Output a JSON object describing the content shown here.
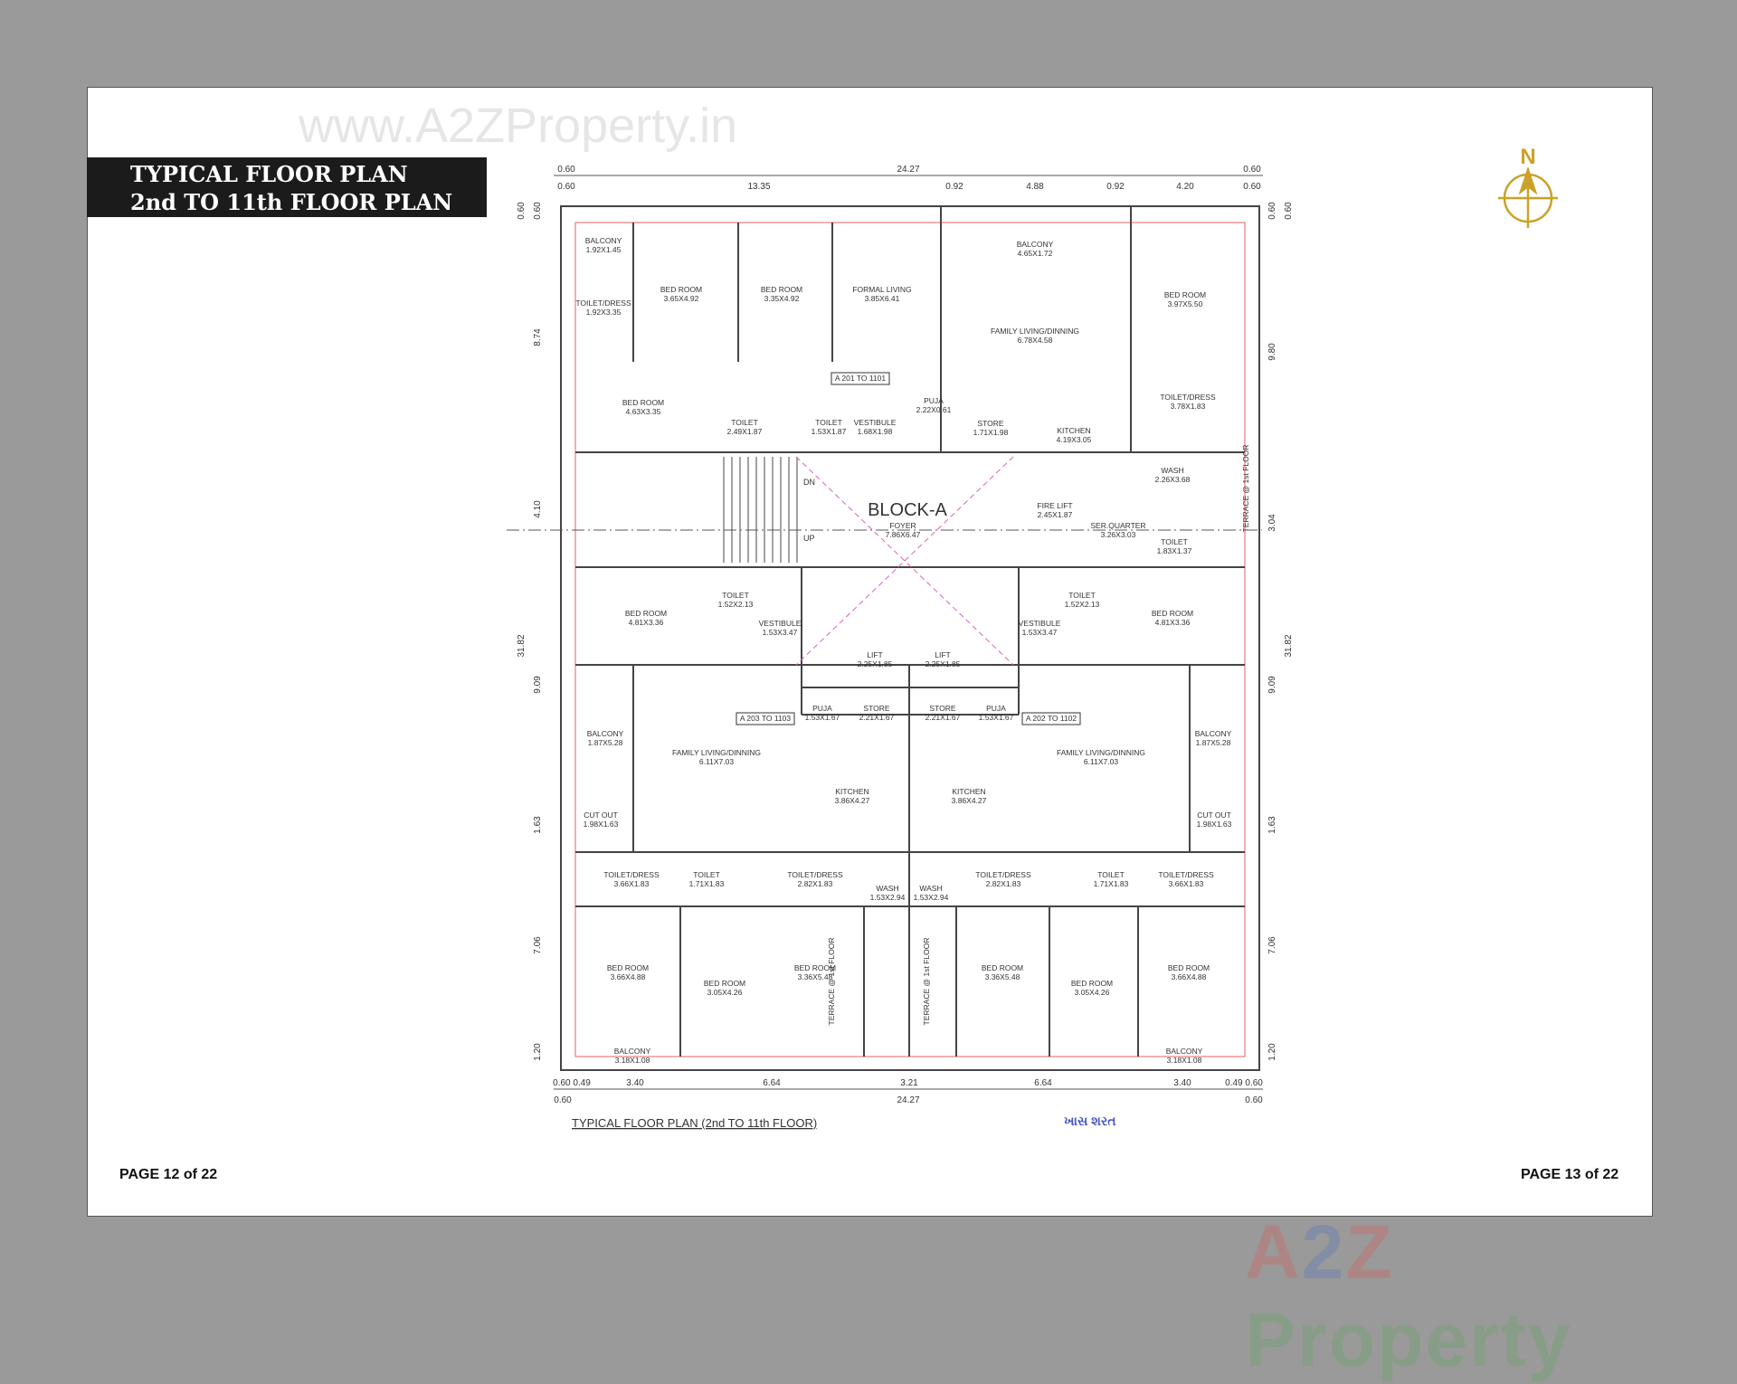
{
  "watermark": "www.A2ZProperty.in",
  "title": {
    "line1": "TYPICAL FLOOR PLAN",
    "line2": "2nd TO 11th FLOOR PLAN"
  },
  "page_left": "PAGE 12 of 22",
  "page_right": "PAGE 13 of 22",
  "logo": {
    "a": "A",
    "two": "2",
    "z": "Z",
    "rest": " Property",
    "colors": [
      "#e05050",
      "#4a6fc7",
      "#e0b020",
      "#58a858"
    ]
  },
  "compass": {
    "label": "N",
    "color": "#c9a227"
  },
  "plan": {
    "block_name": "BLOCK-A",
    "caption": "TYPICAL FLOOR PLAN (2nd TO 11th FLOOR)",
    "stamp_text": "ખાસ શરત",
    "wall_color": "#444444",
    "accent_red": "#e06060",
    "dash_magenta": "#e060c0",
    "unit_tags": [
      "A 201 TO 1101",
      "A 203 TO 1103",
      "A 202 TO 1102"
    ],
    "stairs": {
      "dn": "DN",
      "up": "UP"
    },
    "rooms": [
      {
        "name": "BALCONY",
        "size": "1.92X1.45"
      },
      {
        "name": "TOILET/DRESS",
        "size": "1.92X3.35"
      },
      {
        "name": "BED ROOM",
        "size": "3.65X4.92"
      },
      {
        "name": "BED ROOM",
        "size": "3.35X4.92"
      },
      {
        "name": "FORMAL LIVING",
        "size": "3.85X6.41"
      },
      {
        "name": "BALCONY",
        "size": "4.65X1.72"
      },
      {
        "name": "FAMILY LIVING/DINNING",
        "size": "6.78X4.58"
      },
      {
        "name": "BED ROOM",
        "size": "3.97X5.50"
      },
      {
        "name": "BED ROOM",
        "size": "4.63X3.35"
      },
      {
        "name": "TOILET",
        "size": "2.49X1.87"
      },
      {
        "name": "TOILET",
        "size": "1.53X1.87"
      },
      {
        "name": "VESTIBULE",
        "size": "1.68X1.98"
      },
      {
        "name": "PUJA",
        "size": "2.22X0.61"
      },
      {
        "name": "STORE",
        "size": "1.71X1.98"
      },
      {
        "name": "KITCHEN",
        "size": "4.19X3.05"
      },
      {
        "name": "TOILET/DRESS",
        "size": "3.78X1.83"
      },
      {
        "name": "WASH",
        "size": "2.26X3.68"
      },
      {
        "name": "FIRE LIFT",
        "size": "2.45X1.87"
      },
      {
        "name": "SER.QUARTER",
        "size": "3.26X3.03"
      },
      {
        "name": "TOILET",
        "size": "1.83X1.37"
      },
      {
        "name": "FOYER",
        "size": "7.86X6.47"
      },
      {
        "name": "TOILET",
        "size": "1.52X2.13"
      },
      {
        "name": "TOILET",
        "size": "1.52X2.13"
      },
      {
        "name": "BED ROOM",
        "size": "4.81X3.36"
      },
      {
        "name": "BED ROOM",
        "size": "4.81X3.36"
      },
      {
        "name": "VESTIBULE",
        "size": "1.53X3.47"
      },
      {
        "name": "VESTIBULE",
        "size": "1.53X3.47"
      },
      {
        "name": "LIFT",
        "size": "2.25X1.85"
      },
      {
        "name": "LIFT",
        "size": "2.25X1.85"
      },
      {
        "name": "PUJA",
        "size": "1.53X1.67"
      },
      {
        "name": "PUJA",
        "size": "1.53X1.67"
      },
      {
        "name": "STORE",
        "size": "2.21X1.67"
      },
      {
        "name": "STORE",
        "size": "2.21X1.67"
      },
      {
        "name": "BALCONY",
        "size": "1.87X5.28"
      },
      {
        "name": "BALCONY",
        "size": "1.87X5.28"
      },
      {
        "name": "FAMILY LIVING/DINNING",
        "size": "6.11X7.03"
      },
      {
        "name": "FAMILY LIVING/DINNING",
        "size": "6.11X7.03"
      },
      {
        "name": "KITCHEN",
        "size": "3.86X4.27"
      },
      {
        "name": "KITCHEN",
        "size": "3.86X4.27"
      },
      {
        "name": "CUT OUT",
        "size": "1.98X1.63"
      },
      {
        "name": "CUT OUT",
        "size": "1.98X1.63"
      },
      {
        "name": "TOILET/DRESS",
        "size": "3.66X1.83"
      },
      {
        "name": "TOILET/DRESS",
        "size": "3.66X1.83"
      },
      {
        "name": "TOILET",
        "size": "1.71X1.83"
      },
      {
        "name": "TOILET",
        "size": "1.71X1.83"
      },
      {
        "name": "TOILET/DRESS",
        "size": "2.82X1.83"
      },
      {
        "name": "TOILET/DRESS",
        "size": "2.82X1.83"
      },
      {
        "name": "WASH",
        "size": "1.53X2.94"
      },
      {
        "name": "WASH",
        "size": "1.53X2.94"
      },
      {
        "name": "BED ROOM",
        "size": "3.66X4.88"
      },
      {
        "name": "BED ROOM",
        "size": "3.66X4.88"
      },
      {
        "name": "BED ROOM",
        "size": "3.05X4.26"
      },
      {
        "name": "BED ROOM",
        "size": "3.05X4.26"
      },
      {
        "name": "BED ROOM",
        "size": "3.36X5.48"
      },
      {
        "name": "BED ROOM",
        "size": "3.36X5.48"
      },
      {
        "name": "BALCONY",
        "size": "3.18X1.08"
      },
      {
        "name": "BALCONY",
        "size": "3.18X1.08"
      }
    ],
    "terrace_labels": [
      "TERRACE @ 1st FLOOR",
      "TERRACE @ 1st FLOOR",
      "TERRACE @ 1st FLOOR"
    ],
    "dims_top1": [
      "0.60",
      "24.27",
      "0.60"
    ],
    "dims_top2": [
      "0.60",
      "13.35",
      "0.92",
      "4.88",
      "0.92",
      "4.20",
      "0.60"
    ],
    "dims_bottom1": [
      "0.60 0.49",
      "3.40",
      "6.64",
      "3.21",
      "6.64",
      "3.40",
      "0.49 0.60"
    ],
    "dims_bottom2": [
      "0.60",
      "24.27",
      "0.60"
    ],
    "dims_left": [
      "0.60",
      "8.74",
      "4.10",
      "9.09",
      "1.63",
      "7.06",
      "1.20"
    ],
    "dims_right": [
      "0.60",
      "9.80",
      "3.04",
      "9.09",
      "1.63",
      "7.06",
      "1.20"
    ],
    "dims_total_left": [
      "0.60",
      "31.82"
    ],
    "dims_total_right": [
      "0.60",
      "31.82"
    ]
  }
}
